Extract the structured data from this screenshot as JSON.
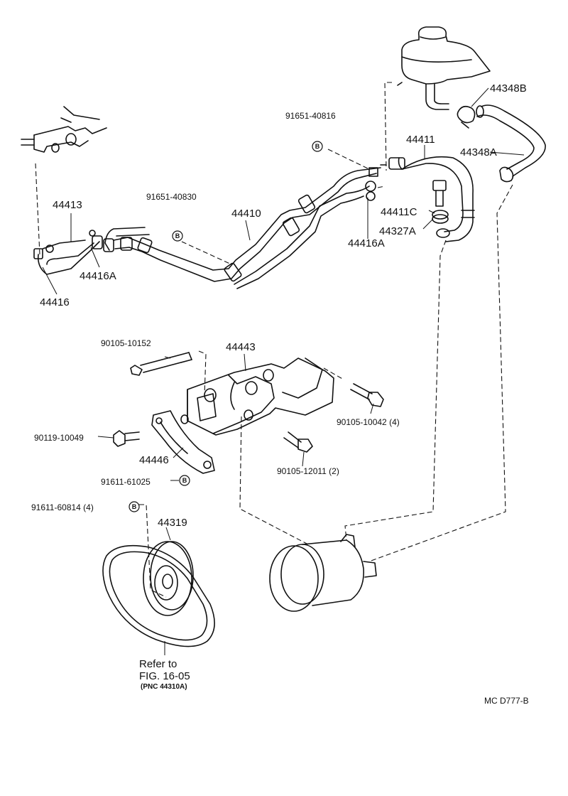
{
  "diagram": {
    "labels": {
      "p44348B": "44348B",
      "p44348A": "44348A",
      "p91651_40816": "91651-40816",
      "p44411": "44411",
      "p44411C": "44411C",
      "p44327A": "44327A",
      "p44416A_top": "44416A",
      "p91651_40830": "91651-40830",
      "p44410": "44410",
      "p44413": "44413",
      "p44416A_left": "44416A",
      "p44416": "44416",
      "p90105_10152": "90105-10152",
      "p44443": "44443",
      "p90105_10042": "90105-10042 (4)",
      "p90119_10049": "90119-10049",
      "p44446": "44446",
      "p90105_12011": "90105-12011 (2)",
      "p91611_61025": "91611-61025",
      "p91611_60814": "91611-60814 (4)",
      "p44319": "44319"
    },
    "badge_letter": "B",
    "refer_line1": "Refer to",
    "refer_line2": "FIG. 16-05",
    "refer_line3": "(PNC 44310A)",
    "diagram_code": "MC  D777-B"
  }
}
